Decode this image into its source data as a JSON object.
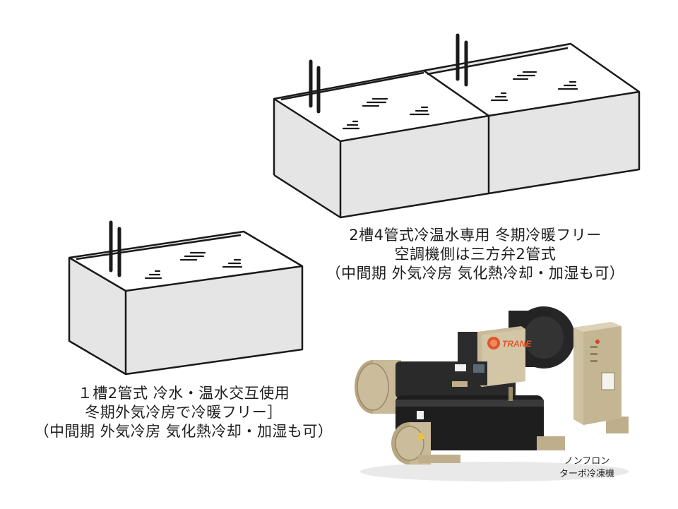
{
  "captions": {
    "two_tank": {
      "line1": "2槽4管式冷温水専用 冬期冷暖フリー",
      "line2": "空調機側は三方弁2管式",
      "line3": "（中間期 外気冷房 気化熱冷却・加湿も可）"
    },
    "one_tank": {
      "line1": "１槽2管式 冷水・温水交互使用",
      "line2": "冬期外気冷房で冷暖フリー］",
      "line3": "（中間期 外気冷房 気化熱冷却・加湿も可）"
    }
  },
  "machine": {
    "brand": "TRANE",
    "label_line1": "ノンフロン",
    "label_line2": "ターボ冷凍機"
  },
  "colors": {
    "tank_face": "#e5e5e5",
    "tank_top": "#ffffff",
    "outline": "#1a1a1a",
    "chiller_beige": "#c8b998",
    "chiller_dark": "#1e1e1e",
    "brand_orange": "#e0562a"
  }
}
